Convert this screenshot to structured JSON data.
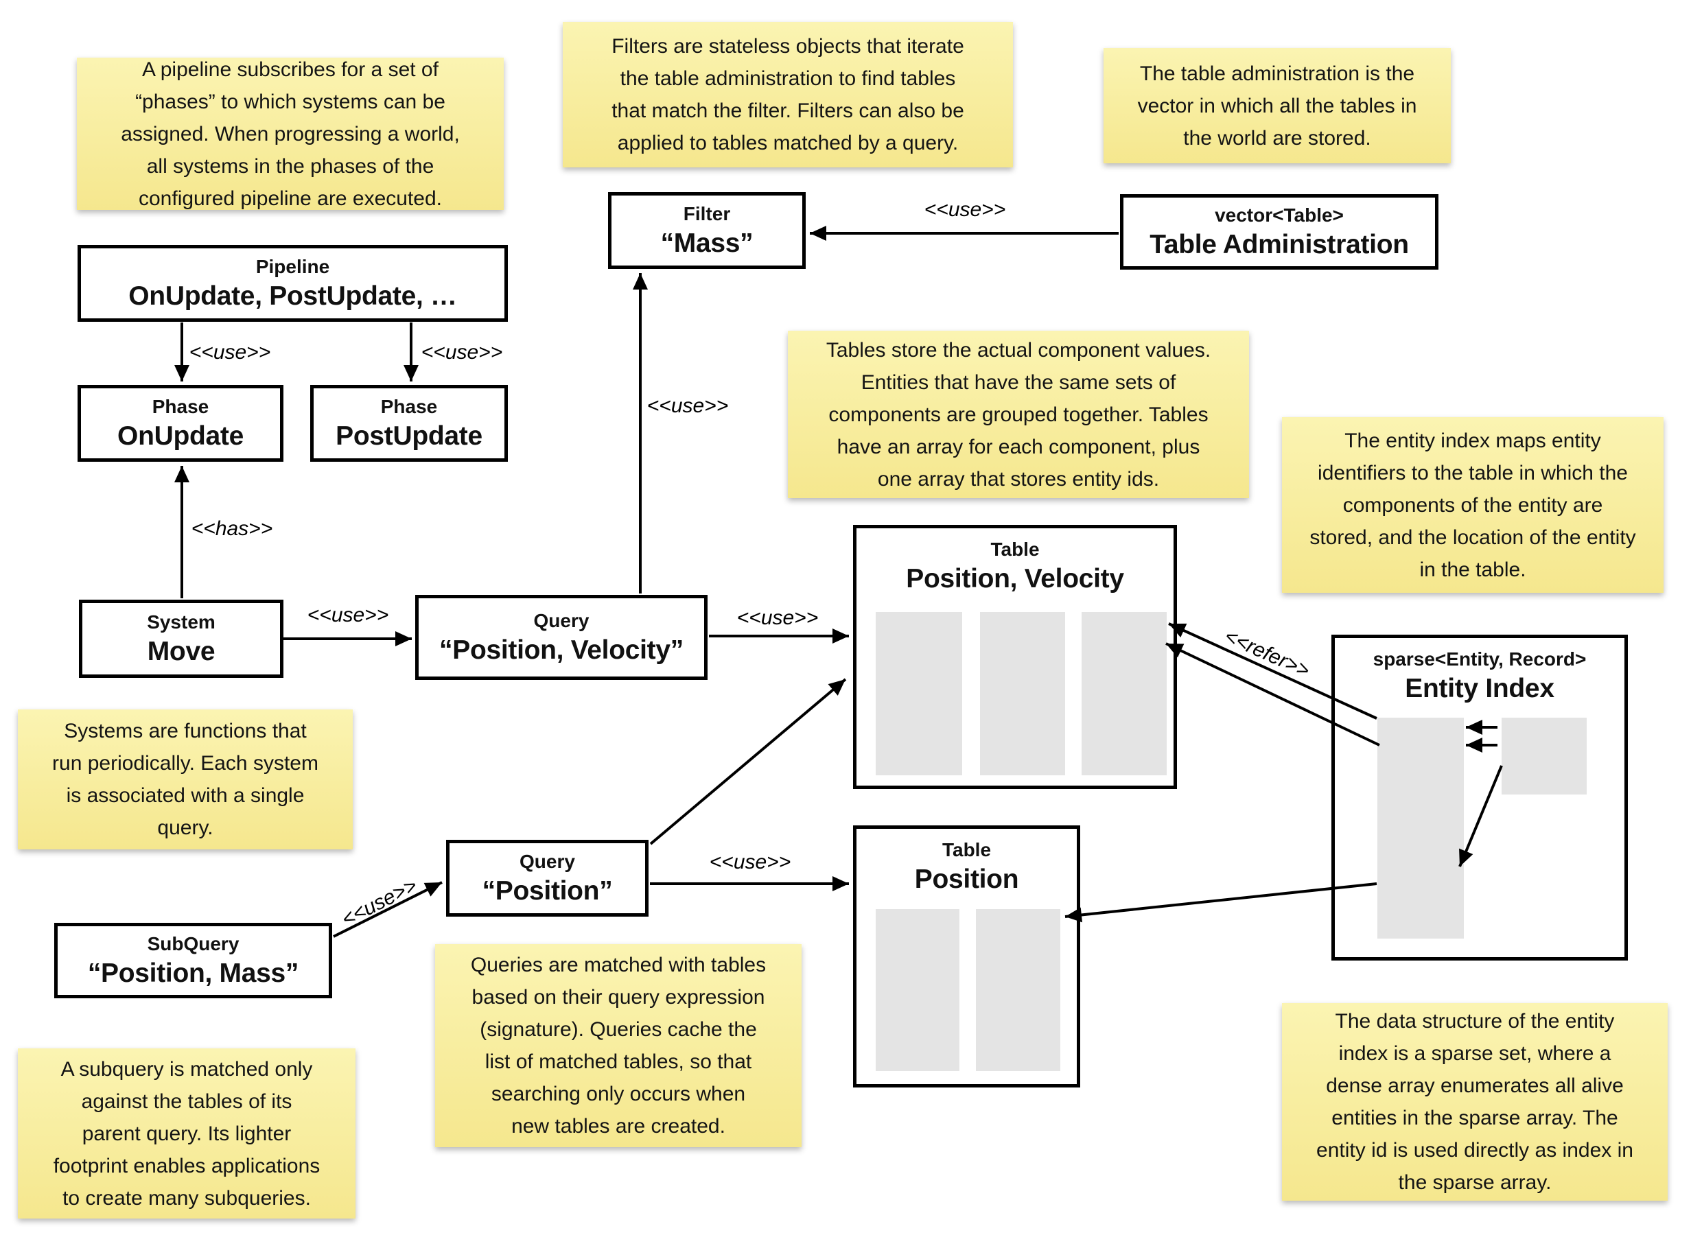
{
  "colors": {
    "note_top": "#fbf4b2",
    "note_bottom": "#f5e78e",
    "box_background": "#ffffff",
    "border": "#000000",
    "array_fill": "#e4e4e4",
    "text": "#111111"
  },
  "notes": {
    "pipeline": {
      "text": "A pipeline subscribes for a set of\n“phases” to which systems can be\nassigned. When progressing a world,\nall systems in the phases of the\nconfigured pipeline are executed."
    },
    "filters": {
      "text": "Filters are stateless objects that iterate\nthe table administration to find tables\nthat match the filter. Filters can also be\napplied to tables matched by a query."
    },
    "table_administration": {
      "text": "The table administration is the\nvector in which all the tables in\nthe world are stored."
    },
    "tables": {
      "text": "Tables store the actual component values.\nEntities that have the same sets of\ncomponents are grouped together. Tables\nhave an array for each component, plus\none array that stores entity ids."
    },
    "entity_index": {
      "text": "The entity index maps entity\nidentifiers to the table in which the\ncomponents of the entity are\nstored, and the location of the entity\nin the table."
    },
    "systems": {
      "text": "Systems are functions that\nrun periodically. Each system\nis associated with a single\nquery."
    },
    "queries": {
      "text": "Queries are matched with tables\nbased on their query expression\n(signature). Queries cache the\nlist of matched tables, so that\nsearching only occurs when\nnew tables are created."
    },
    "subquery": {
      "text": "A subquery is matched only\nagainst the tables of its\nparent query. Its lighter\nfootprint enables applications\nto create many subqueries."
    },
    "sparse_set": {
      "text": "The data structure of the entity\nindex is a sparse set, where a\ndense array enumerates all alive\nentities in the sparse array. The\nentity id is used directly as index in\nthe sparse array."
    }
  },
  "boxes": {
    "pipeline": {
      "stereotype": "Pipeline",
      "label": "OnUpdate, PostUpdate, …"
    },
    "phase_onupdate": {
      "stereotype": "Phase",
      "label": "OnUpdate"
    },
    "phase_postupdate": {
      "stereotype": "Phase",
      "label": "PostUpdate"
    },
    "filter_mass": {
      "stereotype": "Filter",
      "label": "“Mass”"
    },
    "table_administration": {
      "stereotype": "vector<Table>",
      "label": "Table Administration"
    },
    "system_move": {
      "stereotype": "System",
      "label": "Move"
    },
    "query_position_velocity": {
      "stereotype": "Query",
      "label": "“Position, Velocity”"
    },
    "query_position": {
      "stereotype": "Query",
      "label": "“Position”"
    },
    "subquery_position_mass": {
      "stereotype": "SubQuery",
      "label": "“Position, Mass”"
    },
    "table_position_velocity": {
      "stereotype": "Table",
      "label": "Position, Velocity"
    },
    "table_position": {
      "stereotype": "Table",
      "label": "Position"
    },
    "entity_index": {
      "stereotype": "sparse<Entity, Record>",
      "label": "Entity Index"
    }
  },
  "edges": {
    "pipeline_to_phase_onupdate": "<<use>>",
    "pipeline_to_phase_postupdate": "<<use>>",
    "system_has_phase": "<<has>>",
    "system_to_query": "<<use>>",
    "query_pv_to_filter": "<<use>>",
    "table_admin_to_filter": "<<use>>",
    "query_pv_to_table_pv": "<<use>>",
    "query_pos_to_table_pos": "<<use>>",
    "subquery_to_query_pos": "<<use>>",
    "entity_index_refer": "<<refer>>"
  }
}
